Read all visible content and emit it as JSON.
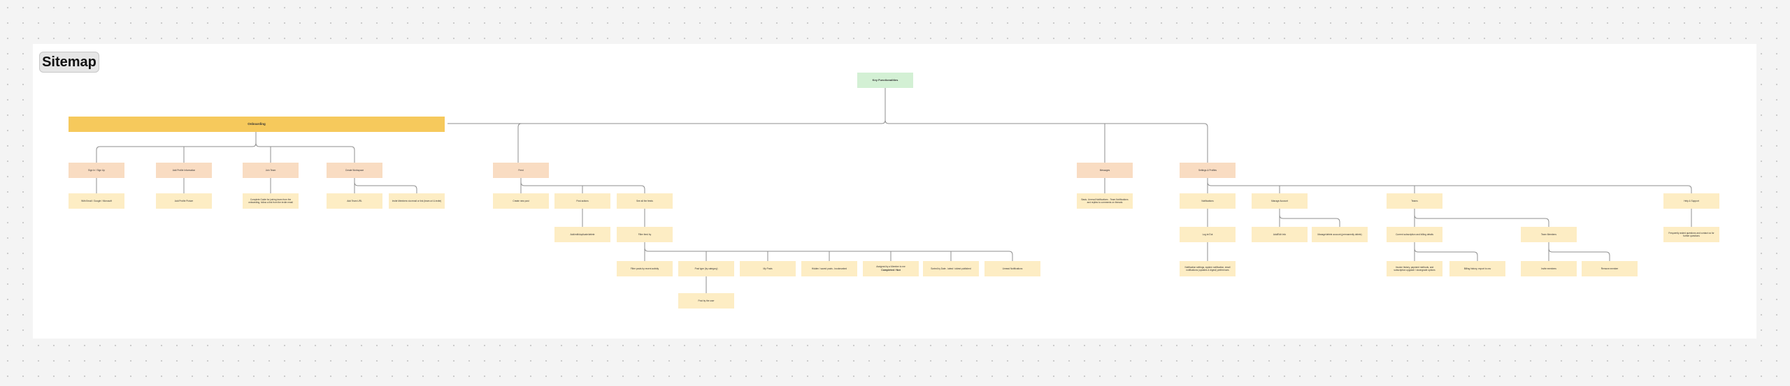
{
  "page": {
    "title": "Sitemap"
  },
  "nodes": {
    "root": "Key Functionalities",
    "onboarding": "Onboarding",
    "ob_1": "Sign In / Sign Up",
    "ob_1a": "With Email / Google / Microsoft",
    "ob_2": "Add Profile Information",
    "ob_2a": "Add Profile Picture",
    "ob_3": "Join Team",
    "ob_3a": "Complete Guide for joining team from the onboarding, follow a link from the invite email",
    "ob_4": "Create Workspace",
    "ob_4a": "Add Team URL",
    "ob_4b": "Invite Members via email or link (team url & invite)",
    "feed": "Feed",
    "feed_1": "Create new post",
    "feed_2": "Post actions",
    "feed_2a": "Add/edit/duplicate/delete",
    "feed_3": "See all the feeds",
    "feed_3a": "Filter feed by",
    "f_1": "Filter posts by recent activity",
    "f_2": "Post type (by category)",
    "f_2a": "Post by the user",
    "f_3": "My Posts",
    "f_4": "Hidden / saved posts - bookmarked",
    "f_5a": "Assigned by a Member to me",
    "f_5b": "Completed / Not",
    "f_6": "Sorted by Date - latest / oldest published",
    "f_7": "Unread Notifications",
    "inbox": "Messages",
    "inbox_1": "Basic, Unread Notifications - Team Notifications and replies to comments on threads",
    "settings": "Settings & Profiles",
    "s_1": "Notifications",
    "s_1a": "Log in/Out",
    "s_1b": "Notification settings, system notification, email notifications (updates & digest) preferences",
    "s_2": "Manage Account",
    "s_2a": "Add/Edit Info",
    "s_2b": "Manage/delete account (permanently delete)",
    "s_3": "Teams",
    "s_3a": "Current subscription and billing details",
    "s_3a1": "Invoice history, payment methods, and subscription upgrade / downgrade options",
    "s_3a2": "Billing history, export to csv",
    "s_3b": "Team Members",
    "s_3b1": "Invite members",
    "s_3b2": "Remove member",
    "s_4": "Help & Support",
    "s_4a": "Frequently asked questions and contact us for further questions"
  }
}
